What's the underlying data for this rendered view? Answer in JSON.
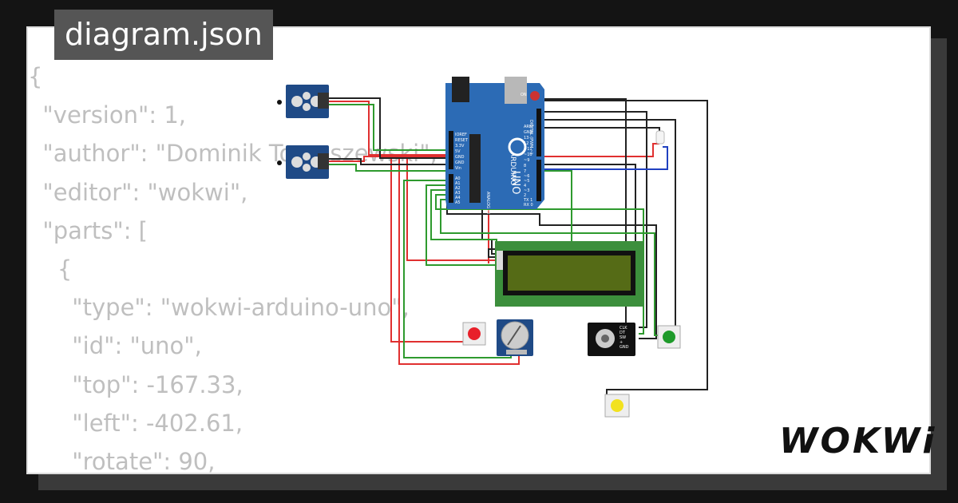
{
  "file_tag": "diagram.json",
  "code_lines": [
    "{",
    "  \"version\": 1,",
    "  \"author\": \"Dominik Tomaszewski\",",
    "  \"editor\": \"wokwi\",",
    "  \"parts\": [",
    "    {",
    "      \"type\": \"wokwi-arduino-uno\",",
    "      \"id\": \"uno\",",
    "      \"top\": -167.33,",
    "      \"left\": -402.61,",
    "      \"rotate\": 90,"
  ],
  "board": {
    "name": "UNO",
    "brand": "ARDUINO",
    "power_pins": [
      "IOREF",
      "RESET",
      "3.3V",
      "5V",
      "GND",
      "GND",
      "Vin"
    ],
    "analog_label": "ANALOG IN",
    "analog_pins": [
      "A0",
      "A1",
      "A2",
      "A3",
      "A4",
      "A5"
    ],
    "digital_label": "DIGITAL (PWM ~)",
    "digital_pins": [
      "AREF",
      "GND",
      "13",
      "12",
      "~11",
      "~10",
      "~9",
      "8",
      "7",
      "~6",
      "~5",
      "4",
      "~3",
      "2",
      "TX 1",
      "RX 0"
    ],
    "on_label": "ON"
  },
  "encoder_pins": [
    "CLK",
    "DT",
    "SW",
    "+",
    "GND"
  ],
  "colors": {
    "board": "#2c6bb5",
    "lcd_frame": "#3c8f3c",
    "lcd_glass": "#556b16",
    "wire_red": "#e03030",
    "wire_black": "#222222",
    "wire_green": "#2e9a2e",
    "wire_blue": "#2040c0",
    "button_red": "#e8202a",
    "button_green": "#1e9a2a",
    "button_yellow": "#f2e21e"
  },
  "logo": "WOKWi"
}
